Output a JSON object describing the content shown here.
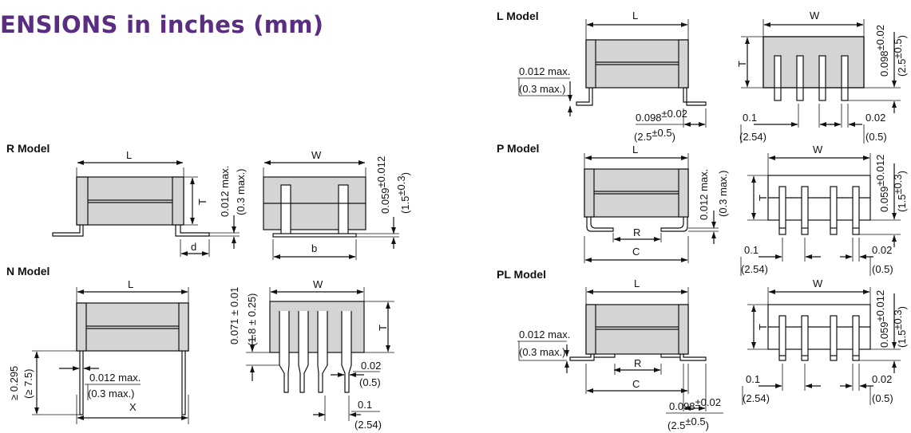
{
  "title": "ENSIONS in inches (mm)",
  "colors": {
    "title": "#5a2d82",
    "body_fill": "#d4d4d4",
    "line": "#111111"
  },
  "models": {
    "r": {
      "name": "R Model",
      "labels": {
        "L": "L",
        "T": "T",
        "W": "W",
        "d": "d",
        "b": "b",
        "lead_in": "0.012 max.",
        "lead_mm": "(0.3 max.)",
        "h_in": "0.059",
        "h_tol": "±0.012",
        "h_mm": "(1.5",
        "h_mm_tol": "±0.3",
        "h_close": ")"
      }
    },
    "n": {
      "name": "N Model",
      "labels": {
        "L": "L",
        "W": "W",
        "T": "T",
        "X": "X",
        "lead_in": "0.012 max.",
        "lead_mm": "(0.3 max.)",
        "len_in": "≥ 0.295",
        "len_mm": "(≥ 7.5)",
        "h_in": "0.071 ± 0.01",
        "h_mm": "(1.8 ± 0.25)",
        "w_in": "0.02",
        "w_mm": "(0.5)",
        "p_in": "0.1",
        "p_mm": "(2.54)"
      }
    },
    "l": {
      "name": "L Model",
      "labels": {
        "L": "L",
        "W": "W",
        "T": "T",
        "lead_in": "0.012 max.",
        "lead_mm": "(0.3 max.)",
        "s_in": "0.098",
        "s_tol": "±0.02",
        "s_mm": "(2.5",
        "s_mm_tol": "±0.5",
        "s_close": ")",
        "h_in": "0.098",
        "h_tol": "±0.02",
        "h_mm": "(2.5",
        "h_mm_tol": "±0.5",
        "h_close": ")",
        "p_in": "0.1",
        "p_mm": "(2.54)",
        "w_in": "0.02",
        "w_mm": "(0.5)"
      }
    },
    "p": {
      "name": "P Model",
      "labels": {
        "L": "L",
        "W": "W",
        "T": "T",
        "R": "R",
        "C": "C",
        "lead_in": "0.012 max.",
        "lead_mm": "(0.3 max.)",
        "h_in": "0.059",
        "h_tol": "±0.012",
        "h_mm": "(1.5",
        "h_mm_tol": "±0.3",
        "h_close": ")",
        "p_in": "0.1",
        "p_mm": "(2.54)",
        "w_in": "0.02",
        "w_mm": "(0.5)"
      }
    },
    "pl": {
      "name": "PL Model",
      "labels": {
        "L": "L",
        "W": "W",
        "T": "T",
        "R": "R",
        "C": "C",
        "lead_in": "0.012 max.",
        "lead_mm": "(0.3 max.)",
        "s_in": "0.098",
        "s_tol": "±0.02",
        "s_mm": "(2.5",
        "s_mm_tol": "±0.5",
        "s_close": ")",
        "h_in": "0.059",
        "h_tol": "±0.012",
        "h_mm": "(1.5",
        "h_mm_tol": "±0.3",
        "h_close": ")",
        "p_in": "0.1",
        "p_mm": "(2.54)",
        "w_in": "0.02",
        "w_mm": "(0.5)"
      }
    }
  }
}
